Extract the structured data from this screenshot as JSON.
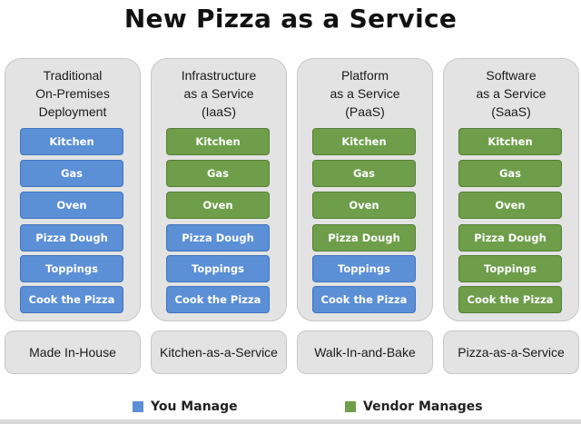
{
  "title": "New Pizza as a Service",
  "colors": {
    "you_manage": "#5b8fd6",
    "vendor_manages": "#6e9e4a"
  },
  "columns": [
    {
      "heading": [
        "Traditional",
        "On-Premises",
        "Deployment"
      ],
      "footer": "Made In-House",
      "tiles": [
        {
          "label": "Kitchen",
          "manager": "you"
        },
        {
          "label": "Gas",
          "manager": "you"
        },
        {
          "label": "Oven",
          "manager": "you"
        },
        {
          "label": "Pizza Dough",
          "manager": "you"
        },
        {
          "label": "Toppings",
          "manager": "you"
        },
        {
          "label": "Cook the Pizza",
          "manager": "you"
        }
      ]
    },
    {
      "heading": [
        "Infrastructure",
        "as a Service",
        "(IaaS)"
      ],
      "footer": "Kitchen-as-a-Service",
      "tiles": [
        {
          "label": "Kitchen",
          "manager": "vendor"
        },
        {
          "label": "Gas",
          "manager": "vendor"
        },
        {
          "label": "Oven",
          "manager": "vendor"
        },
        {
          "label": "Pizza Dough",
          "manager": "you"
        },
        {
          "label": "Toppings",
          "manager": "you"
        },
        {
          "label": "Cook the Pizza",
          "manager": "you"
        }
      ]
    },
    {
      "heading": [
        "Platform",
        "as a Service",
        "(PaaS)"
      ],
      "footer": "Walk-In-and-Bake",
      "tiles": [
        {
          "label": "Kitchen",
          "manager": "vendor"
        },
        {
          "label": "Gas",
          "manager": "vendor"
        },
        {
          "label": "Oven",
          "manager": "vendor"
        },
        {
          "label": "Pizza Dough",
          "manager": "vendor"
        },
        {
          "label": "Toppings",
          "manager": "you"
        },
        {
          "label": "Cook the Pizza",
          "manager": "you"
        }
      ]
    },
    {
      "heading": [
        "Software",
        "as a Service",
        "(SaaS)"
      ],
      "footer": "Pizza-as-a-Service",
      "tiles": [
        {
          "label": "Kitchen",
          "manager": "vendor"
        },
        {
          "label": "Gas",
          "manager": "vendor"
        },
        {
          "label": "Oven",
          "manager": "vendor"
        },
        {
          "label": "Pizza Dough",
          "manager": "vendor"
        },
        {
          "label": "Toppings",
          "manager": "vendor"
        },
        {
          "label": "Cook the Pizza",
          "manager": "vendor"
        }
      ]
    }
  ],
  "legend": {
    "you": "You Manage",
    "vendor": "Vendor Manages"
  }
}
